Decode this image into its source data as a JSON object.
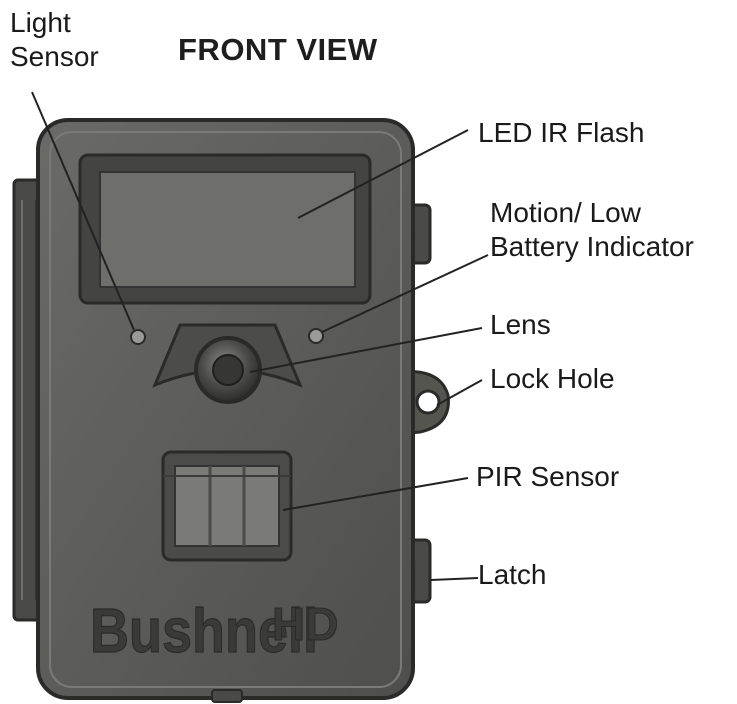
{
  "title": "FRONT VIEW",
  "device": {
    "brand_logo": "Bushnell",
    "model_logo": "HD"
  },
  "callouts": [
    {
      "id": "light-sensor",
      "lines": [
        "Light",
        "Sensor"
      ]
    },
    {
      "id": "led-ir-flash",
      "lines": [
        "LED IR Flash"
      ]
    },
    {
      "id": "motion-indicator",
      "lines": [
        "Motion/ Low",
        "Battery Indicator"
      ]
    },
    {
      "id": "lens",
      "lines": [
        "Lens"
      ]
    },
    {
      "id": "lock-hole",
      "lines": [
        "Lock Hole"
      ]
    },
    {
      "id": "pir-sensor",
      "lines": [
        "PIR Sensor"
      ]
    },
    {
      "id": "latch",
      "lines": [
        "Latch"
      ]
    }
  ],
  "colors": {
    "body": "#5a5a58",
    "body_dark": "#3e3e3c",
    "panel": "#6b6b69",
    "line": "#222222"
  }
}
